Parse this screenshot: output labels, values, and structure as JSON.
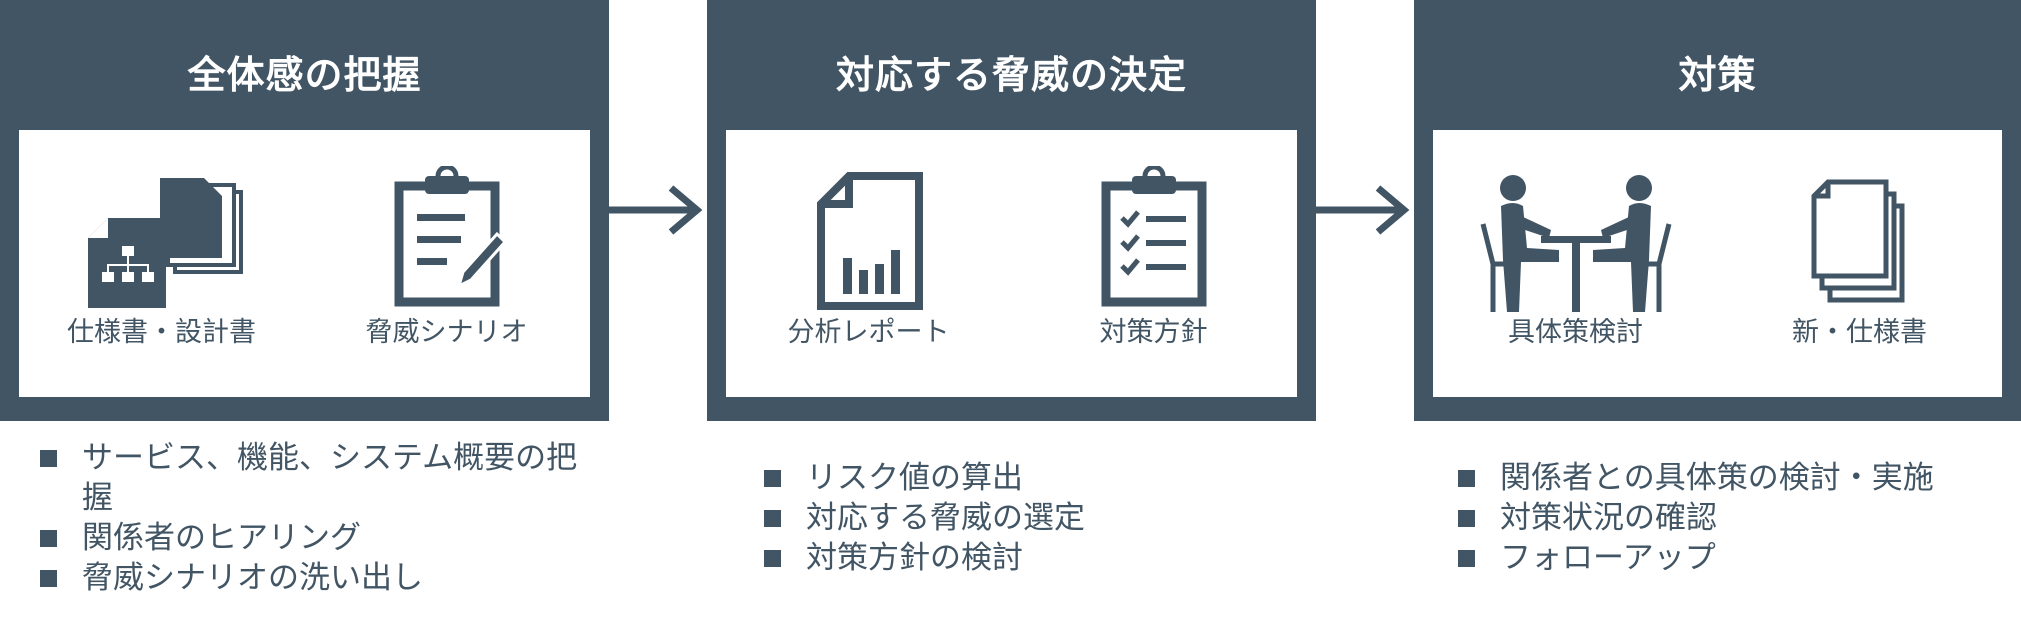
{
  "colors": {
    "primary": "#425564",
    "background": "#ffffff",
    "title_text": "#ffffff"
  },
  "panels": [
    {
      "title": "全体感の把握",
      "items": [
        {
          "label": "仕様書・設計書",
          "icon": "spec-documents-icon"
        },
        {
          "label": "脅威シナリオ",
          "icon": "clipboard-pen-icon"
        }
      ],
      "bullets": [
        "サービス、機能、システム概要の把握",
        "関係者のヒアリング",
        "脅威シナリオの洗い出し"
      ]
    },
    {
      "title": "対応する脅威の決定",
      "items": [
        {
          "label": "分析レポート",
          "icon": "report-chart-icon"
        },
        {
          "label": "対策方針",
          "icon": "checklist-icon"
        }
      ],
      "bullets": [
        "リスク値の算出",
        "対応する脅威の選定",
        "対策方針の検討"
      ]
    },
    {
      "title": "対策",
      "items": [
        {
          "label": "具体策検討",
          "icon": "meeting-icon"
        },
        {
          "label": "新・仕様書",
          "icon": "documents-stack-icon"
        }
      ],
      "bullets": [
        "関係者との具体策の検討・実施",
        "対策状況の確認",
        "フォローアップ"
      ]
    }
  ]
}
